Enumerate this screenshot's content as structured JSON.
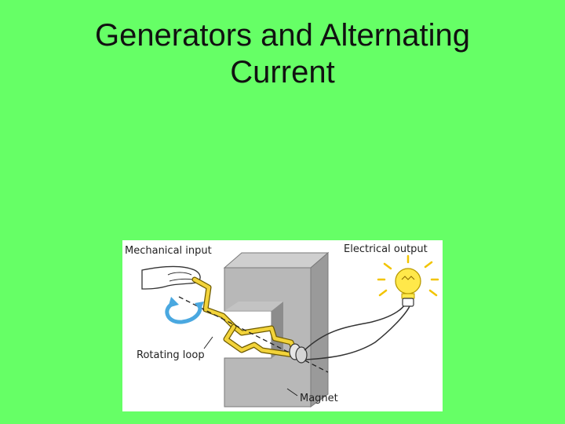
{
  "slide": {
    "title_line1": "Generators and Alternating",
    "title_line2": "Current",
    "background": "#66ff66"
  },
  "figure": {
    "labels": {
      "mechanical_input": "Mechanical input",
      "electrical_output": "Electrical output",
      "rotating_loop": "Rotating loop",
      "magnet": "Magnet"
    },
    "colors": {
      "magnet": "#a9a9a9",
      "wire_loop": "#f2d33a",
      "rotation_arrow": "#4aa8e0",
      "bulb": "#ffe84a"
    }
  }
}
